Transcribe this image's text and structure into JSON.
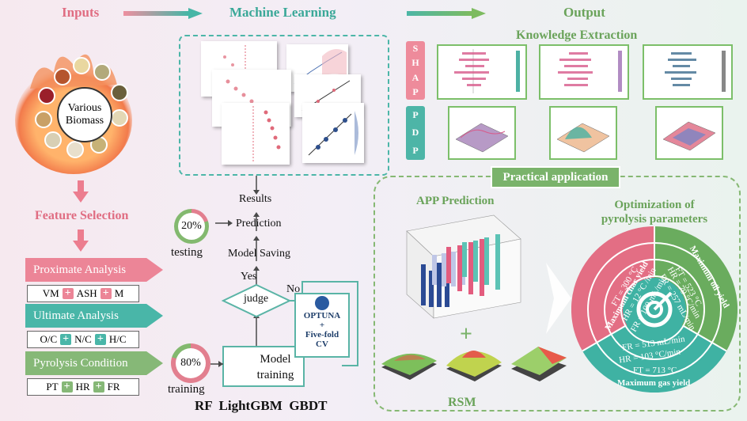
{
  "header": {
    "inputs": "Inputs",
    "ml": "Machine Learning",
    "output": "Output",
    "knowledge": "Knowledge  Extraction"
  },
  "inputs": {
    "center_label_1": "Various",
    "center_label_2": "Biomass",
    "feature_selection": "Feature Selection",
    "proximate": "Proximate Analysis",
    "prox_items": [
      "VM",
      "ASH",
      "M"
    ],
    "ultimate": "Ultimate Analysis",
    "ult_items": [
      "O/C",
      "N/C",
      "H/C"
    ],
    "pyrolysis": "Pyrolysis Condition",
    "pyro_items": [
      "PT",
      "HR",
      "FR"
    ]
  },
  "ml": {
    "results": "Results",
    "prediction": "Prediction",
    "model_saving": "Model Saving",
    "yes": "Yes",
    "no": "No",
    "judge": "judge",
    "model_training_1": "Model",
    "model_training_2": "training",
    "optuna_1": "OPTUNA",
    "optuna_plus": "+",
    "optuna_2": "Five-fold",
    "optuna_3": "CV",
    "testing_pct": "20%",
    "testing": "testing",
    "training_pct": "80%",
    "training": "training",
    "models": "RF  LightGBM  GBDT"
  },
  "output": {
    "shap": [
      "S",
      "H",
      "A",
      "P"
    ],
    "pdp": [
      "P",
      "D",
      "P"
    ],
    "practical": "Practical  application",
    "app_prediction": "APP Prediction",
    "rsm": "RSM",
    "optimization_1": "Optimization of",
    "optimization_2": "pyrolysis parameters",
    "char": {
      "title": "Maximum char yield",
      "ft": "FT = 300 °C",
      "hr": "HR = 12 °C /min",
      "fr": "FR = 100 mL/min"
    },
    "oil": {
      "title": "Maximum oil yield",
      "ft": "FT = 523 °C",
      "hr": "HR = 79 °C/min",
      "fr": "FR = 257 mL/min"
    },
    "gas": {
      "title": "Maximum gas yield",
      "ft": "FT = 713 °C",
      "hr": "HR = 103 °C/min",
      "fr": "FR = 513 mL/min"
    }
  },
  "colors": {
    "pink": "#e8788c",
    "teal": "#3fb2a3",
    "green": "#7ab36b"
  }
}
